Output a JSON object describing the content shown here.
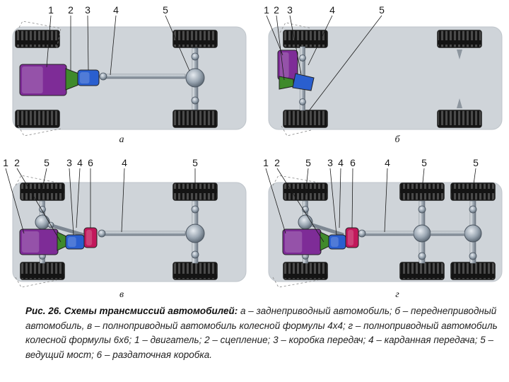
{
  "colors": {
    "chassis": "#cfd4d9",
    "chassis_edge": "#bfc5cb",
    "engine": "#7e2c97",
    "clutch": "#3f8a2b",
    "gearbox": "#2a5fcf",
    "transfer_case": "#c2185b",
    "shaft": "#9aa3ad",
    "tire": "#1c1c1c"
  },
  "diagrams": [
    {
      "key": "a",
      "label": "а",
      "callouts": [
        "1",
        "2",
        "3",
        "4",
        "5"
      ]
    },
    {
      "key": "b",
      "label": "б",
      "callouts": [
        "1",
        "2",
        "3",
        "4",
        "5"
      ]
    },
    {
      "key": "v",
      "label": "в",
      "callouts": [
        "1",
        "2",
        "5",
        "3",
        "4",
        "6",
        "4",
        "5"
      ]
    },
    {
      "key": "g",
      "label": "г",
      "callouts": [
        "1",
        "2",
        "5",
        "3",
        "4",
        "6",
        "4",
        "5",
        "5"
      ]
    }
  ],
  "caption": {
    "title": "Рис. 26. Схемы трансмиссий автомобилей:",
    "body": "а – заднеприводный автомобиль; б – переднеприводный автомобиль, в – полноприводный автомобиль колесной формулы 4х4; г – полноприводный автомобиль колесной формулы 6х6; 1 – двигатель; 2 – сцепление; 3 – коробка передач; 4 – карданная передача; 5 – ведущий мост; 6 – раздаточная коробка."
  }
}
